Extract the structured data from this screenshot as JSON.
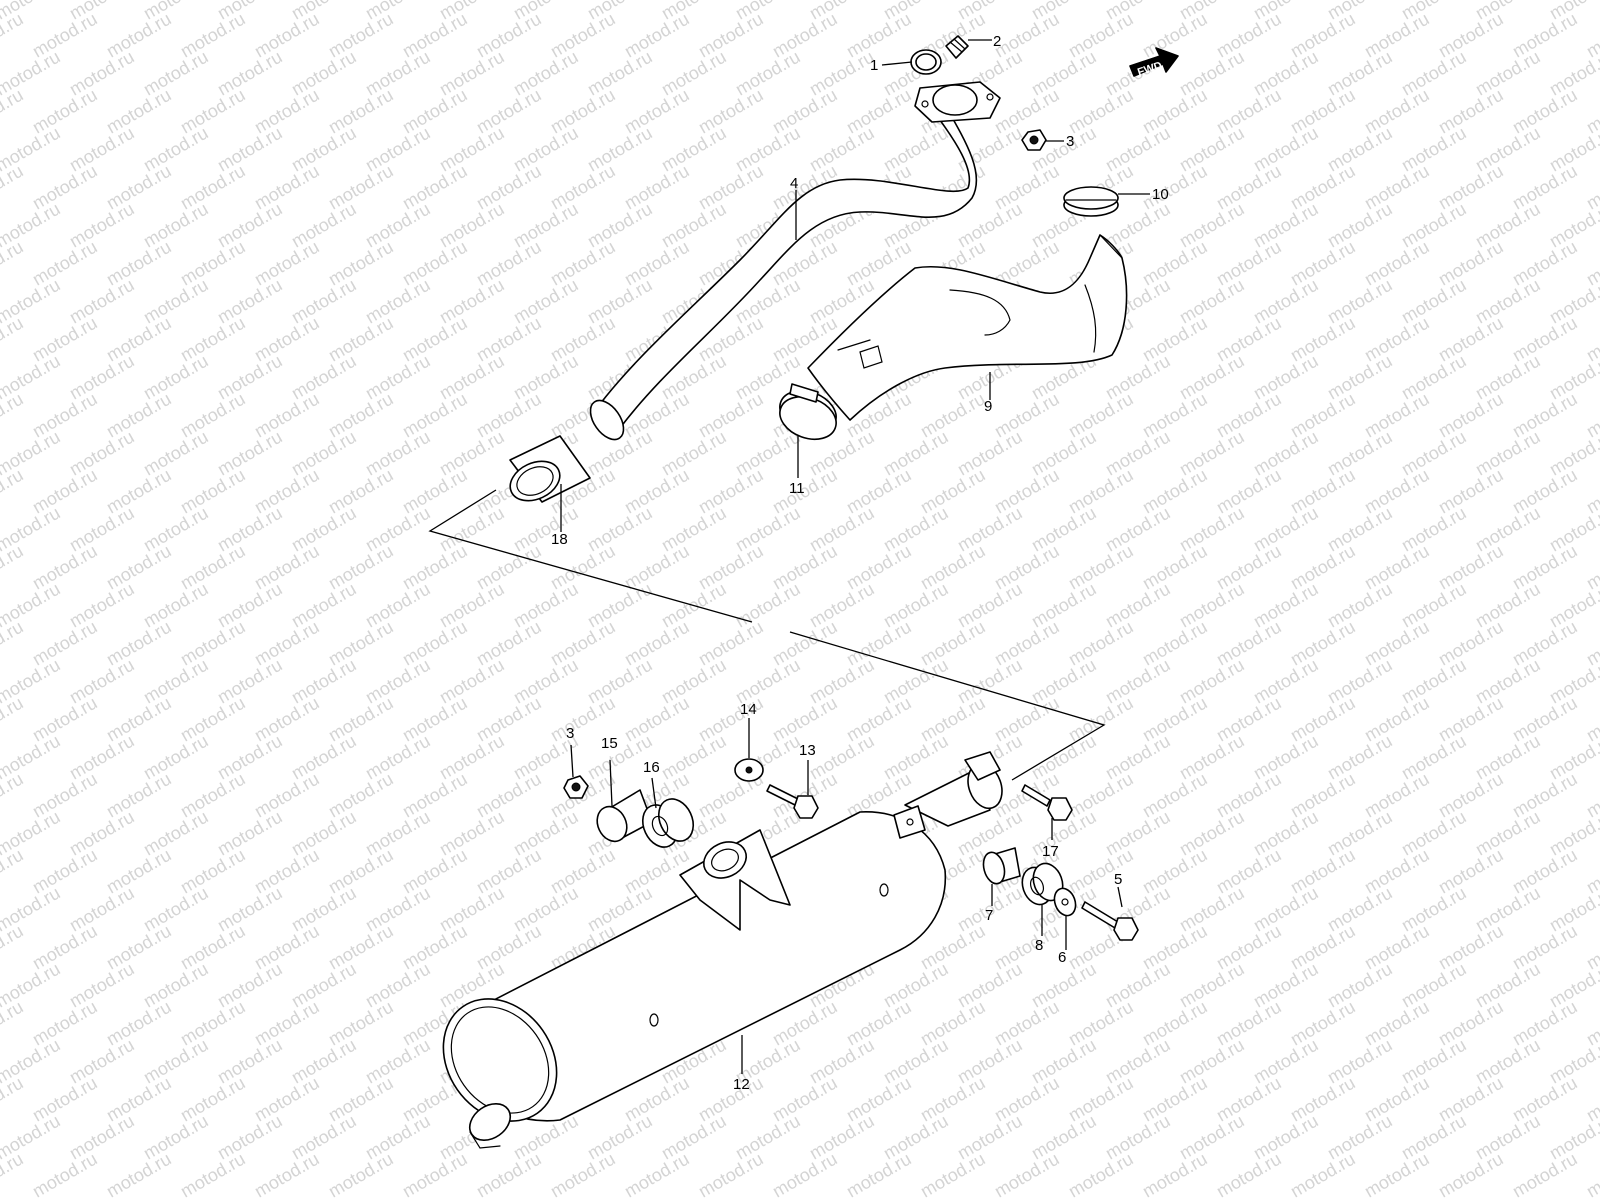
{
  "watermark": "motod.ru",
  "direction_marker": "FWD",
  "callouts": [
    "1",
    "2",
    "3",
    "4",
    "5",
    "6",
    "7",
    "8",
    "9",
    "10",
    "11",
    "12",
    "13",
    "14",
    "15",
    "16",
    "17",
    "18",
    "3"
  ],
  "colors": {
    "line": "#000000",
    "watermark": "#d4d4d4",
    "background": "#ffffff"
  }
}
